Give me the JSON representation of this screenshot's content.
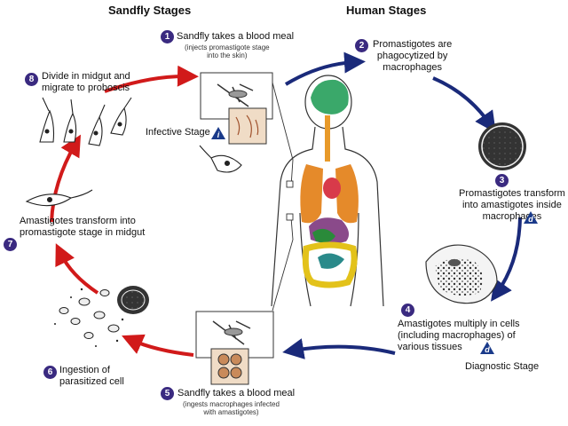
{
  "headings": {
    "sandfly": "Sandfly Stages",
    "human": "Human Stages"
  },
  "steps": [
    {
      "num": "1",
      "text": "Sandfly takes a blood meal",
      "sub": "(injects promastigote stage\ninto the skin)"
    },
    {
      "num": "2",
      "text": "Promastigotes are\nphagocytized by\nmacrophages"
    },
    {
      "num": "3",
      "text": "Promastigotes transform\ninto amastigotes inside\nmacrophages"
    },
    {
      "num": "4",
      "text": "Amastigotes multiply in cells\n(including macrophages) of\nvarious tissues"
    },
    {
      "num": "5",
      "text": "Sandfly takes a blood meal",
      "sub": "(ingests macrophages infected\nwith amastigotes)"
    },
    {
      "num": "6",
      "text": "Ingestion of\nparasitized cell"
    },
    {
      "num": "7",
      "text": "Amastigotes transform into\npromastigote stage in midgut"
    },
    {
      "num": "8",
      "text": "Divide in midgut and\nmigrate to proboscis"
    }
  ],
  "labels": {
    "infective": "Infective Stage",
    "diagnostic": "Diagnostic Stage"
  },
  "markers": {
    "infective": "i",
    "diagnostic": "d"
  },
  "colors": {
    "badge": "#3a2a80",
    "arrow_red": "#d11a1a",
    "arrow_blue": "#1a2a7a",
    "triangle": "#1a3a8a"
  }
}
